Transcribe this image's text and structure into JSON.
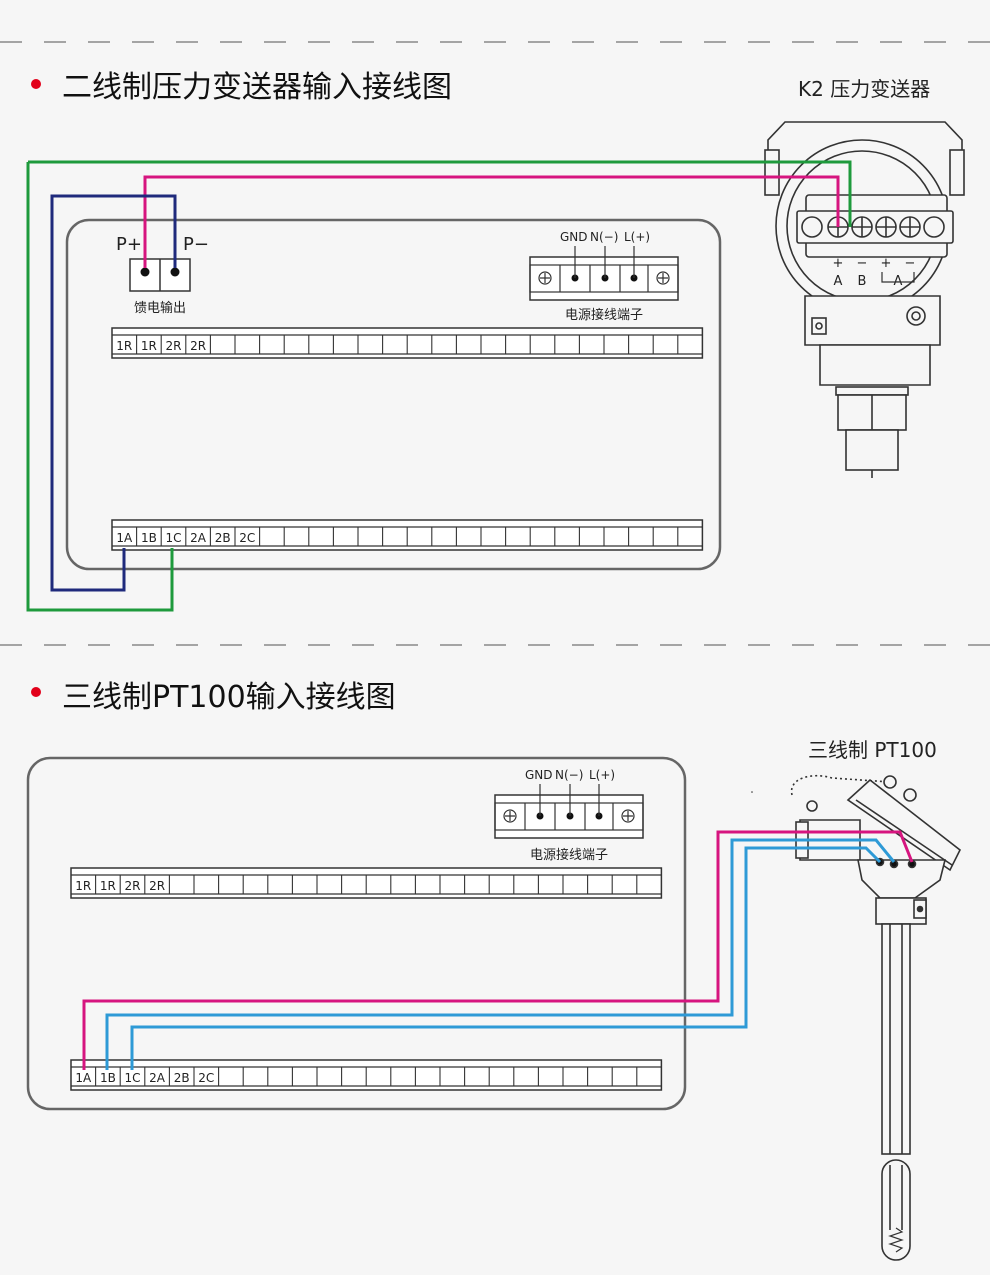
{
  "section1": {
    "heading": "二线制压力变送器输入接线图",
    "device_label": "K2 压力变送器",
    "feed_label": "馈电输出",
    "feed_pos": "P+",
    "feed_neg": "P−",
    "power_label": "电源接线端子",
    "power_terms": [
      "GND",
      "N(−)",
      "L(+)"
    ],
    "top_strip": [
      "1R",
      "1R",
      "2R",
      "2R"
    ],
    "bottom_strip": [
      "1A",
      "1B",
      "1C",
      "2A",
      "2B",
      "2C"
    ],
    "device_marks": [
      "+",
      "−",
      "+",
      "−"
    ],
    "device_letters": [
      "A",
      "B",
      "A"
    ]
  },
  "section2": {
    "heading": "三线制PT100输入接线图",
    "device_label": "三线制 PT100",
    "power_label": "电源接线端子",
    "power_terms": [
      "GND",
      "N(−)",
      "L(+)"
    ],
    "top_strip": [
      "1R",
      "1R",
      "2R",
      "2R"
    ],
    "bottom_strip": [
      "1A",
      "1B",
      "1C",
      "2A",
      "2B",
      "2C"
    ]
  },
  "colors": {
    "magenta": "#d6157f",
    "green": "#1e9a3c",
    "navy": "#1f2a7c",
    "cyan": "#2e9ad6",
    "bullet": "#e2001a"
  }
}
